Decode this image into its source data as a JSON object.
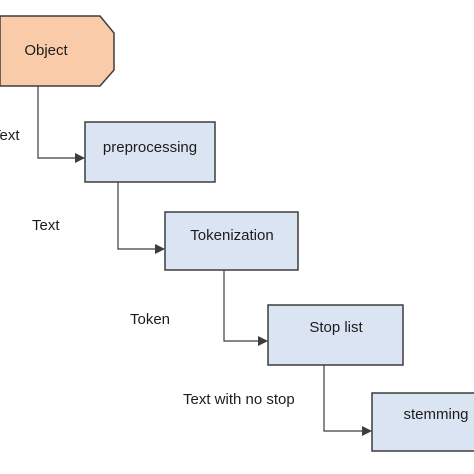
{
  "diagram": {
    "start": {
      "label": "Object",
      "color": "#f9cba9"
    },
    "steps": [
      {
        "label": "preprocessing"
      },
      {
        "label": "Tokenization"
      },
      {
        "label": "Stop list"
      },
      {
        "label": "stemming"
      }
    ],
    "edges": [
      {
        "label": "Text"
      },
      {
        "label": "Text"
      },
      {
        "label": "Token"
      },
      {
        "label": "Text with no stop"
      }
    ],
    "step_color": "#dbe4f2",
    "border_color": "#3d3d3d",
    "arrow_color": "#3d3d3d"
  }
}
